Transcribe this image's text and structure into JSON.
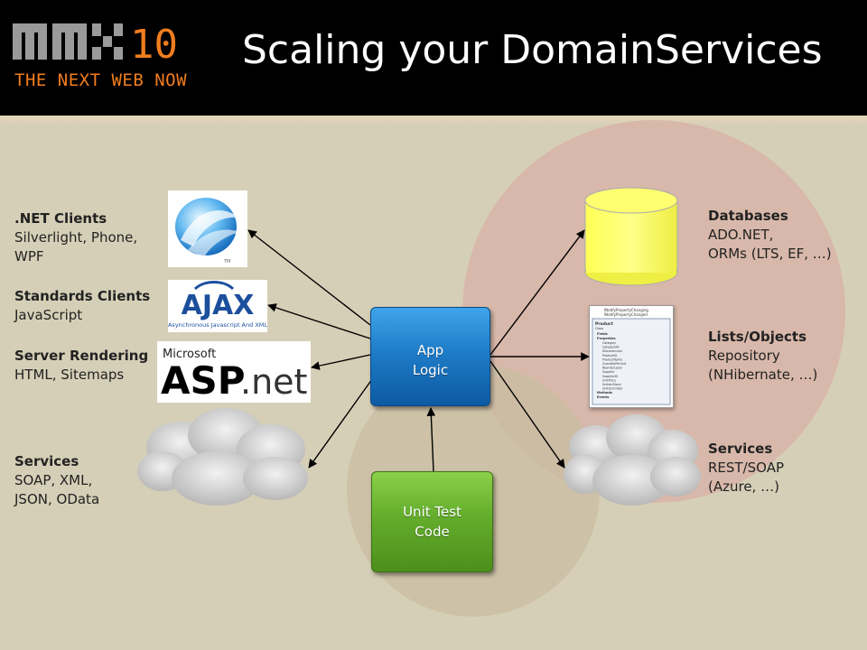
{
  "header": {
    "logo_text": "THE NEXT WEB NOW",
    "logo_mark": "mix10",
    "title": "Scaling your DomainServices"
  },
  "clients": [
    {
      "heading": ".NET Clients",
      "detail": "Silverlight, Phone,\nWPF",
      "icon": "silverlight-logo-icon"
    },
    {
      "heading": "Standards Clients",
      "detail": "JavaScript",
      "icon": "ajax-logo-icon"
    },
    {
      "heading": "Server Rendering",
      "detail": "HTML, Sitemaps",
      "icon": "aspnet-logo-icon"
    },
    {
      "heading": "Services",
      "detail": "SOAP, XML,\nJSON, OData",
      "icon": "cloud-icon"
    }
  ],
  "backends": [
    {
      "heading": "Databases",
      "detail": "ADO.NET,\nORMs (LTS, EF, …)",
      "icon": "database-cylinder-icon"
    },
    {
      "heading": "Lists/Objects",
      "detail": "Repository\n(NHibernate, …)",
      "icon": "class-diagram-icon"
    },
    {
      "heading": "Services",
      "detail": "REST/SOAP\n(Azure, …)",
      "icon": "cloud-icon"
    }
  ],
  "center": {
    "app_logic": "App\nLogic",
    "unit_test": "Unit Test\nCode"
  },
  "logos": {
    "ajax_main": "AJAX",
    "ajax_sub": "Asynchronous Javascript And XML",
    "asp_microsoft": "Microsoft",
    "asp_main": "ASP",
    "asp_net": ".net"
  },
  "class_diagram": {
    "header_lines": [
      "INotifyPropertyChanging",
      "INotifyPropertyChanged"
    ],
    "class_name": "Product",
    "class_kind": "Class",
    "sections": [
      "Fields",
      "Properties",
      "Methods",
      "Events"
    ],
    "properties": [
      "Category",
      "CategoryID",
      "Discontinued",
      "ProductID",
      "ProductName",
      "QuantityPerUnit",
      "ReorderLevel",
      "Supplier",
      "SupplierID",
      "UnitPrice",
      "UnitsInStock",
      "UnitsOnOrder"
    ]
  },
  "colors": {
    "background": "#d6cfb7",
    "app_logic": "#1f7cc7",
    "unit_test": "#63ad2c",
    "database": "#ffff66",
    "logo_accent": "#f07d1e"
  }
}
